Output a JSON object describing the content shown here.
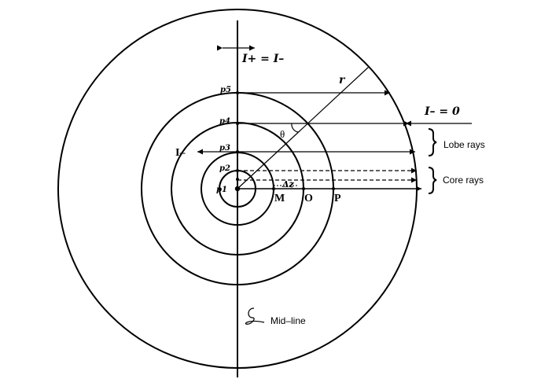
{
  "labels": {
    "balance": "I+ = I–",
    "zero_intensity": "I– = 0",
    "i_minus": "I–",
    "radius": "r",
    "theta": "θ",
    "delta_z": "Δz",
    "point_m": "M",
    "point_o": "O",
    "point_p": "P",
    "lobe_rays": "Lobe rays",
    "core_rays": "Core rays",
    "mid_line": "Mid–line"
  },
  "points": [
    "p1",
    "p2",
    "p3",
    "p4",
    "p5"
  ],
  "colors": {
    "ink": "#000000",
    "background": "#ffffff"
  }
}
